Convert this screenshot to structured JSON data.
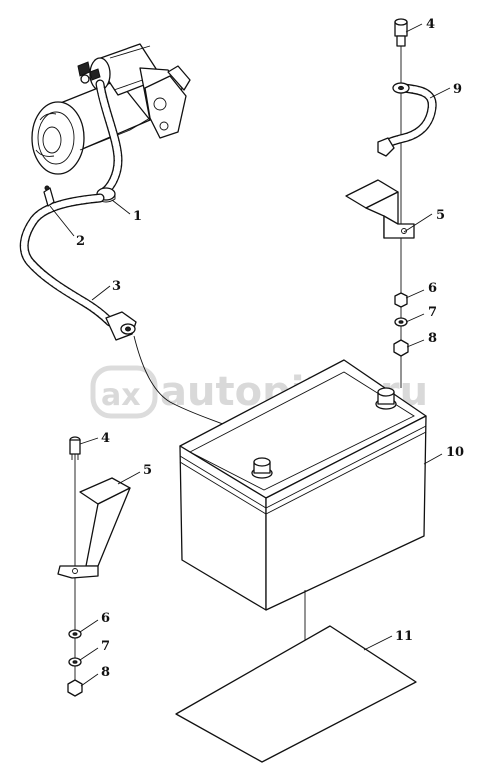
{
  "callouts": {
    "c1": "1",
    "c2": "2",
    "c3": "3",
    "c4_top": "4",
    "c9": "9",
    "c5_right": "5",
    "c6_right": "6",
    "c7_right": "7",
    "c8_right": "8",
    "c10": "10",
    "c4_left": "4",
    "c5_left": "5",
    "c6_left": "6",
    "c7_left": "7",
    "c8_left": "8",
    "c11": "11"
  },
  "watermark": {
    "logo_text": "ax",
    "site": "autopiter.ru"
  }
}
